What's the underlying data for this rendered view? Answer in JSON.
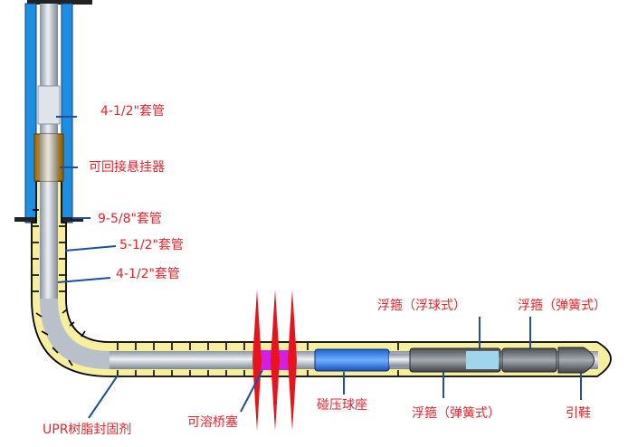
{
  "labels": {
    "casing_4_5_top": "4-1/2\"套管",
    "tieback_hanger": "可回接悬挂器",
    "casing_9_5_8": "9-5/8\"套管",
    "casing_5_1_2": "5-1/2\"套管",
    "casing_4_5_lower": "4-1/2\"套管",
    "float_collar_ball": "浮箍（浮球式）",
    "float_collar_spring_top": "浮箍（弹簧式）",
    "float_collar_spring_bottom": "浮箍（弹簧式）",
    "ball_seat": "碰压球座",
    "guide_shoe": "引鞋",
    "dissolvable_plug": "可溶桥塞",
    "upr_resin_seal": "UPR树脂封固剂"
  },
  "colors": {
    "outer_casing": "#1e8fe0",
    "cement": "#f7ee9e",
    "inner_pipe": "#c9ced6",
    "plug": "#d21fe6",
    "perforation": "#e8141c",
    "leader": "#1f4e9c",
    "label_text": "#e3242b"
  }
}
